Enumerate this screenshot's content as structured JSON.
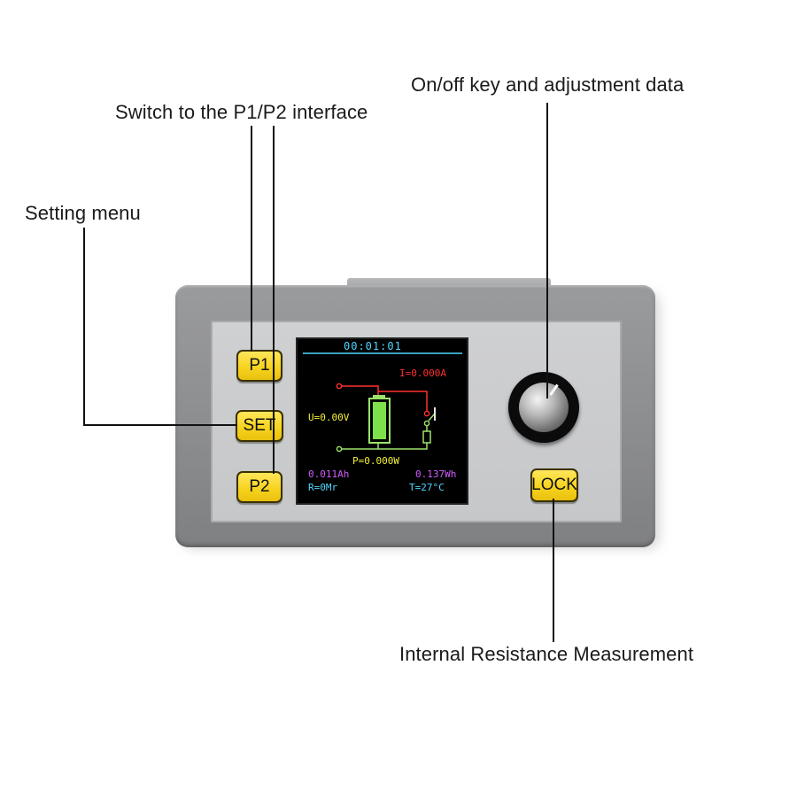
{
  "callouts": {
    "onoff": "On/off key and adjustment data",
    "switch": "Switch to the P1/P2 interface",
    "setting": "Setting menu",
    "internal": "Internal Resistance Measurement"
  },
  "keys": {
    "p1": "P1",
    "set": "SET",
    "p2": "P2",
    "lock": "LOCK"
  },
  "screen": {
    "timer": "00:01:01",
    "current": "I=0.000A",
    "voltage": "U=0.00V",
    "power": "P=0.000W",
    "capacity": "0.011Ah",
    "energy": "0.137Wh",
    "resistance": "R=0Mr",
    "temperature": "T=27°C"
  },
  "colors": {
    "key_yellow": "#f6d21c",
    "device_gray": "#8c8d8f",
    "screen_cyan": "#4fd7ff",
    "screen_red": "#ff2a2a",
    "screen_yellow": "#f2ef3a",
    "screen_green": "#7ee04a",
    "screen_magenta": "#d25cff"
  }
}
